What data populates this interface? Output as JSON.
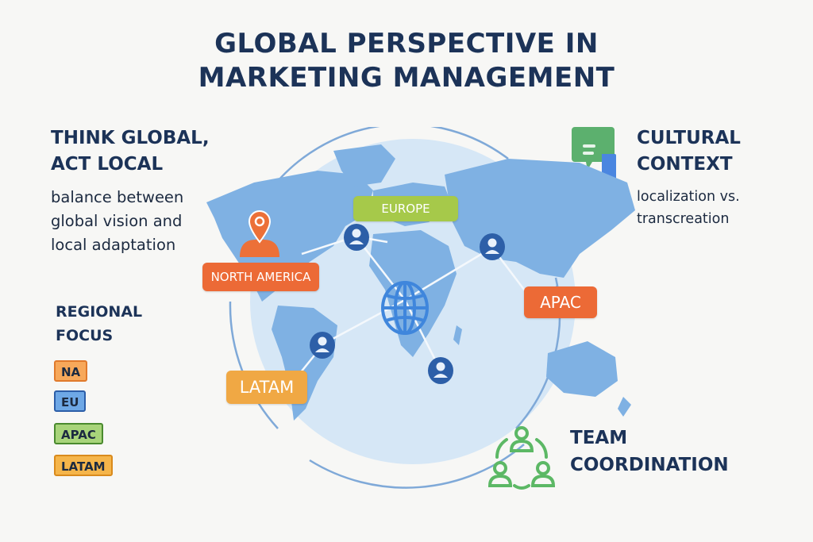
{
  "title": {
    "line1": "GLOBAL PERSPECTIVE IN",
    "line2": "MARKETING MANAGEMENT"
  },
  "think_global": {
    "heading_line1": "THINK GLOBAL,",
    "heading_line2": "ACT LOCAL",
    "body_line1": "balance between",
    "body_line2": "global vision and",
    "body_line3": "local adaptation"
  },
  "cultural_context": {
    "icon": "chat-bubble-icon",
    "heading_line1": "CULTURAL",
    "heading_line2": "CONTEXT",
    "body_line1": "localization vs.",
    "body_line2": "transcreation"
  },
  "regional_focus": {
    "heading_line1": "REGIONAL",
    "heading_line2": "FOCUS",
    "chips": [
      {
        "label": "NA",
        "bg": "#f7a85a",
        "border": "#e07a2c"
      },
      {
        "label": "EU",
        "bg": "#6ea8e6",
        "border": "#2c5ea8"
      },
      {
        "label": "APAC",
        "bg": "#a8d47a",
        "border": "#4a8a2e"
      },
      {
        "label": "LATAM",
        "bg": "#f5b54a",
        "border": "#d98a1c"
      }
    ]
  },
  "team_coordination": {
    "icon": "team-network-icon",
    "heading_line1": "TEAM",
    "heading_line2": "COORDINATION"
  },
  "map": {
    "center_icon": "globe-icon",
    "regions": [
      {
        "label": "NORTH AMERICA",
        "color": "#ec6a36",
        "icon": "location-pin-icon"
      },
      {
        "label": "EUROPE",
        "color": "#a6c94a"
      },
      {
        "label": "APAC",
        "color": "#ec6a36"
      },
      {
        "label": "LATAM",
        "color": "#f0a844"
      }
    ],
    "person_nodes": 5
  },
  "colors": {
    "title": "#1c3358",
    "map_land": "#7fb1e3",
    "map_ocean": "#d6e7f6",
    "node": "#2d5fa8",
    "green": "#5cb865",
    "blue": "#4a86e0"
  }
}
